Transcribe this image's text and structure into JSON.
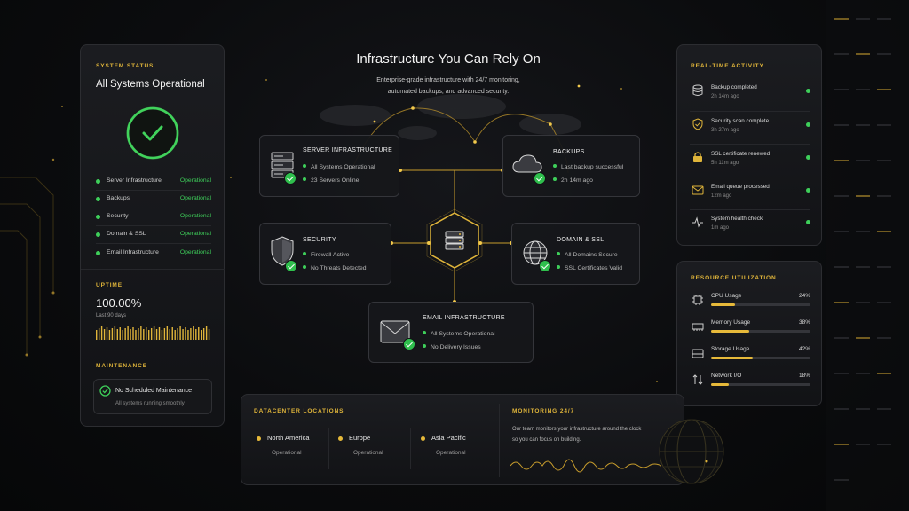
{
  "status_panel": {
    "label": "SYSTEM STATUS",
    "title": "All Systems Operational",
    "services": [
      {
        "name": "Server Infrastructure",
        "state": "Operational"
      },
      {
        "name": "Backups",
        "state": "Operational"
      },
      {
        "name": "Security",
        "state": "Operational"
      },
      {
        "name": "Domain & SSL",
        "state": "Operational"
      },
      {
        "name": "Email Infrastructure",
        "state": "Operational"
      }
    ],
    "uptime_label": "UPTIME",
    "uptime_value": "100.00%",
    "uptime_period": "Last 90 days",
    "maintenance_label": "MAINTENANCE",
    "maintenance_title": "No Scheduled Maintenance",
    "maintenance_sub": "All systems running smoothly"
  },
  "hero": {
    "title": "Infrastructure You Can Rely On",
    "subtitle_line1": "Enterprise-grade infrastructure with 24/7 monitoring,",
    "subtitle_line2": "automated backups, and advanced security."
  },
  "cards": {
    "server": {
      "title": "SERVER INFRASTRUCTURE",
      "line1": "All Systems Operational",
      "line2": "23 Servers Online",
      "icon": "server-rack-icon"
    },
    "backups": {
      "title": "BACKUPS",
      "line1": "Last backup successful",
      "line2": "2h 14m ago",
      "icon": "cloud-icon"
    },
    "security": {
      "title": "SECURITY",
      "line1": "Firewall Active",
      "line2": "No Threats Detected",
      "icon": "shield-icon"
    },
    "domain": {
      "title": "DOMAIN & SSL",
      "line1": "All Domains Secure",
      "line2": "SSL Certificates Valid",
      "icon": "globe-icon"
    },
    "email": {
      "title": "EMAIL INFRASTRUCTURE",
      "line1": "All Systems Operational",
      "line2": "No Delivery Issues",
      "icon": "envelope-icon"
    }
  },
  "activity": {
    "label": "REAL-TIME ACTIVITY",
    "items": [
      {
        "title": "Backup completed",
        "time": "2h 14m ago",
        "icon": "database-icon"
      },
      {
        "title": "Security scan complete",
        "time": "3h 27m ago",
        "icon": "shield-check-icon"
      },
      {
        "title": "SSL certificate renewed",
        "time": "5h 11m ago",
        "icon": "lock-icon"
      },
      {
        "title": "Email queue processed",
        "time": "12m ago",
        "icon": "envelope-icon"
      },
      {
        "title": "System health check",
        "time": "1m ago",
        "icon": "pulse-icon"
      }
    ]
  },
  "resources": {
    "label": "RESOURCE UTILIZATION",
    "items": [
      {
        "name": "CPU Usage",
        "percent": "24%",
        "value": 0.24,
        "icon": "cpu-icon"
      },
      {
        "name": "Memory Usage",
        "percent": "38%",
        "value": 0.38,
        "icon": "memory-icon"
      },
      {
        "name": "Storage Usage",
        "percent": "42%",
        "value": 0.42,
        "icon": "disk-icon"
      },
      {
        "name": "Network I/O",
        "percent": "18%",
        "value": 0.18,
        "icon": "network-arrows-icon"
      }
    ]
  },
  "datacenters": {
    "label": "DATACENTER LOCATIONS",
    "locations": [
      {
        "name": "North America",
        "state": "Operational"
      },
      {
        "name": "Europe",
        "state": "Operational"
      },
      {
        "name": "Asia Pacific",
        "state": "Operational"
      }
    ],
    "monitoring_label": "MONITORING 24/7",
    "monitoring_line1": "Our team monitors your infrastructure around the clock",
    "monitoring_line2": "so you can focus on building."
  },
  "colors": {
    "accent": "#e6b93a",
    "success": "#3ecf5a",
    "panel": "#1a1b1e",
    "background": "#0b0c0e"
  }
}
